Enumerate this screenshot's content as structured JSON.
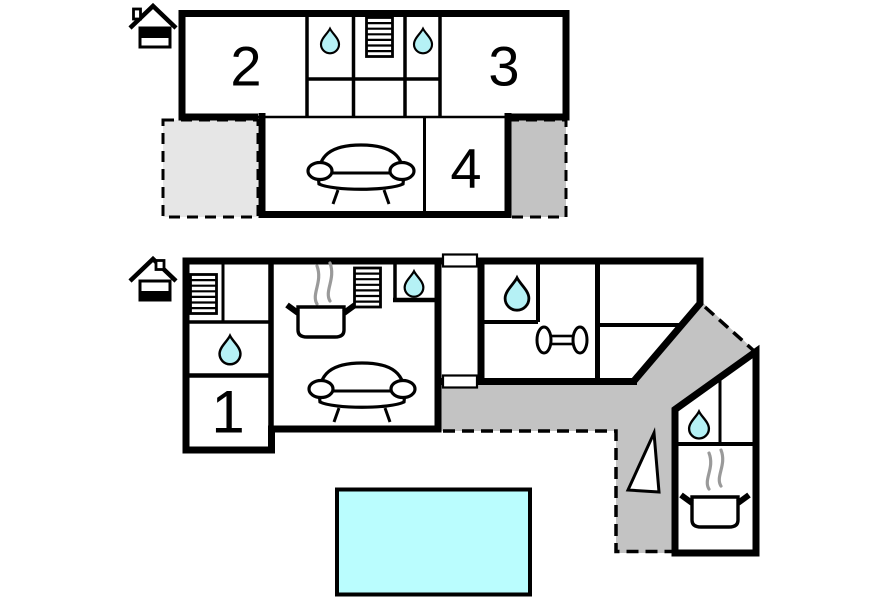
{
  "plan": {
    "kind": "holiday-house floor plan",
    "levels": [
      "upper-floor",
      "ground-floor"
    ],
    "outdoor": [
      "light-terrace",
      "shaded-terrace",
      "wrap-around-terrace",
      "swimming-pool"
    ]
  },
  "rooms": {
    "r1": {
      "label": "1"
    },
    "r2": {
      "label": "2"
    },
    "r3": {
      "label": "3"
    },
    "r4": {
      "label": "4"
    }
  },
  "icons": {
    "entrance": "house-with-band pictogram",
    "water": "teardrop = bathroom/water point",
    "stairs": "ladder-rungs rectangle",
    "sofa": "sofa front view",
    "stove": "pot with steam",
    "fitness": "dumbbell",
    "slope": "triangle marker"
  },
  "colors": {
    "wall": "#000000",
    "water_drop": "#b5f1f5",
    "pool": "#bafdfe",
    "terrace": "#c3c3c3",
    "terrace_light": "#e6e6e6",
    "steam": "#9a9a9a",
    "white": "#ffffff"
  }
}
